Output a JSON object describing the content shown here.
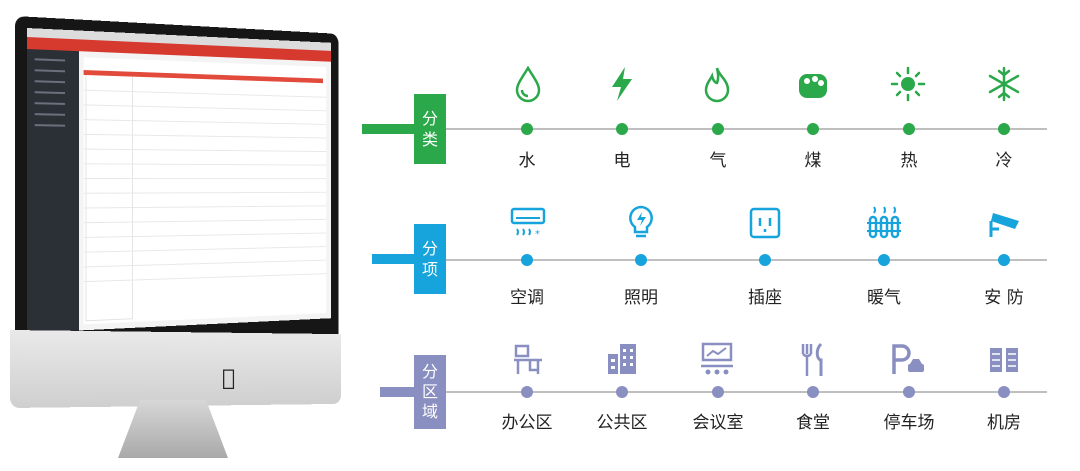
{
  "rows": [
    {
      "key": "category",
      "title_lines": [
        "分",
        "类"
      ],
      "color": "#2aa84a",
      "items": [
        {
          "label": "水",
          "icon": "water-drop-icon"
        },
        {
          "label": "电",
          "icon": "lightning-icon"
        },
        {
          "label": "气",
          "icon": "flame-icon"
        },
        {
          "label": "煤",
          "icon": "coal-icon"
        },
        {
          "label": "热",
          "icon": "sun-heat-icon"
        },
        {
          "label": "冷",
          "icon": "snowflake-icon"
        }
      ]
    },
    {
      "key": "subitem",
      "title_lines": [
        "分",
        "项"
      ],
      "color": "#17a3dc",
      "items": [
        {
          "label": "空调",
          "icon": "air-conditioner-icon"
        },
        {
          "label": "照明",
          "icon": "light-bulb-icon"
        },
        {
          "label": "插座",
          "icon": "power-socket-icon"
        },
        {
          "label": "暖气",
          "icon": "radiator-icon"
        },
        {
          "label": "安 防",
          "icon": "security-camera-icon"
        }
      ]
    },
    {
      "key": "zone",
      "title_lines": [
        "分",
        "区",
        "域"
      ],
      "color": "#8a8fc1",
      "items": [
        {
          "label": "办公区",
          "icon": "office-desk-icon"
        },
        {
          "label": "公共区",
          "icon": "buildings-icon"
        },
        {
          "label": "会议室",
          "icon": "meeting-room-icon"
        },
        {
          "label": "食堂",
          "icon": "fork-knife-icon"
        },
        {
          "label": "停车场",
          "icon": "parking-icon"
        },
        {
          "label": "机房",
          "icon": "server-room-icon"
        }
      ]
    }
  ]
}
